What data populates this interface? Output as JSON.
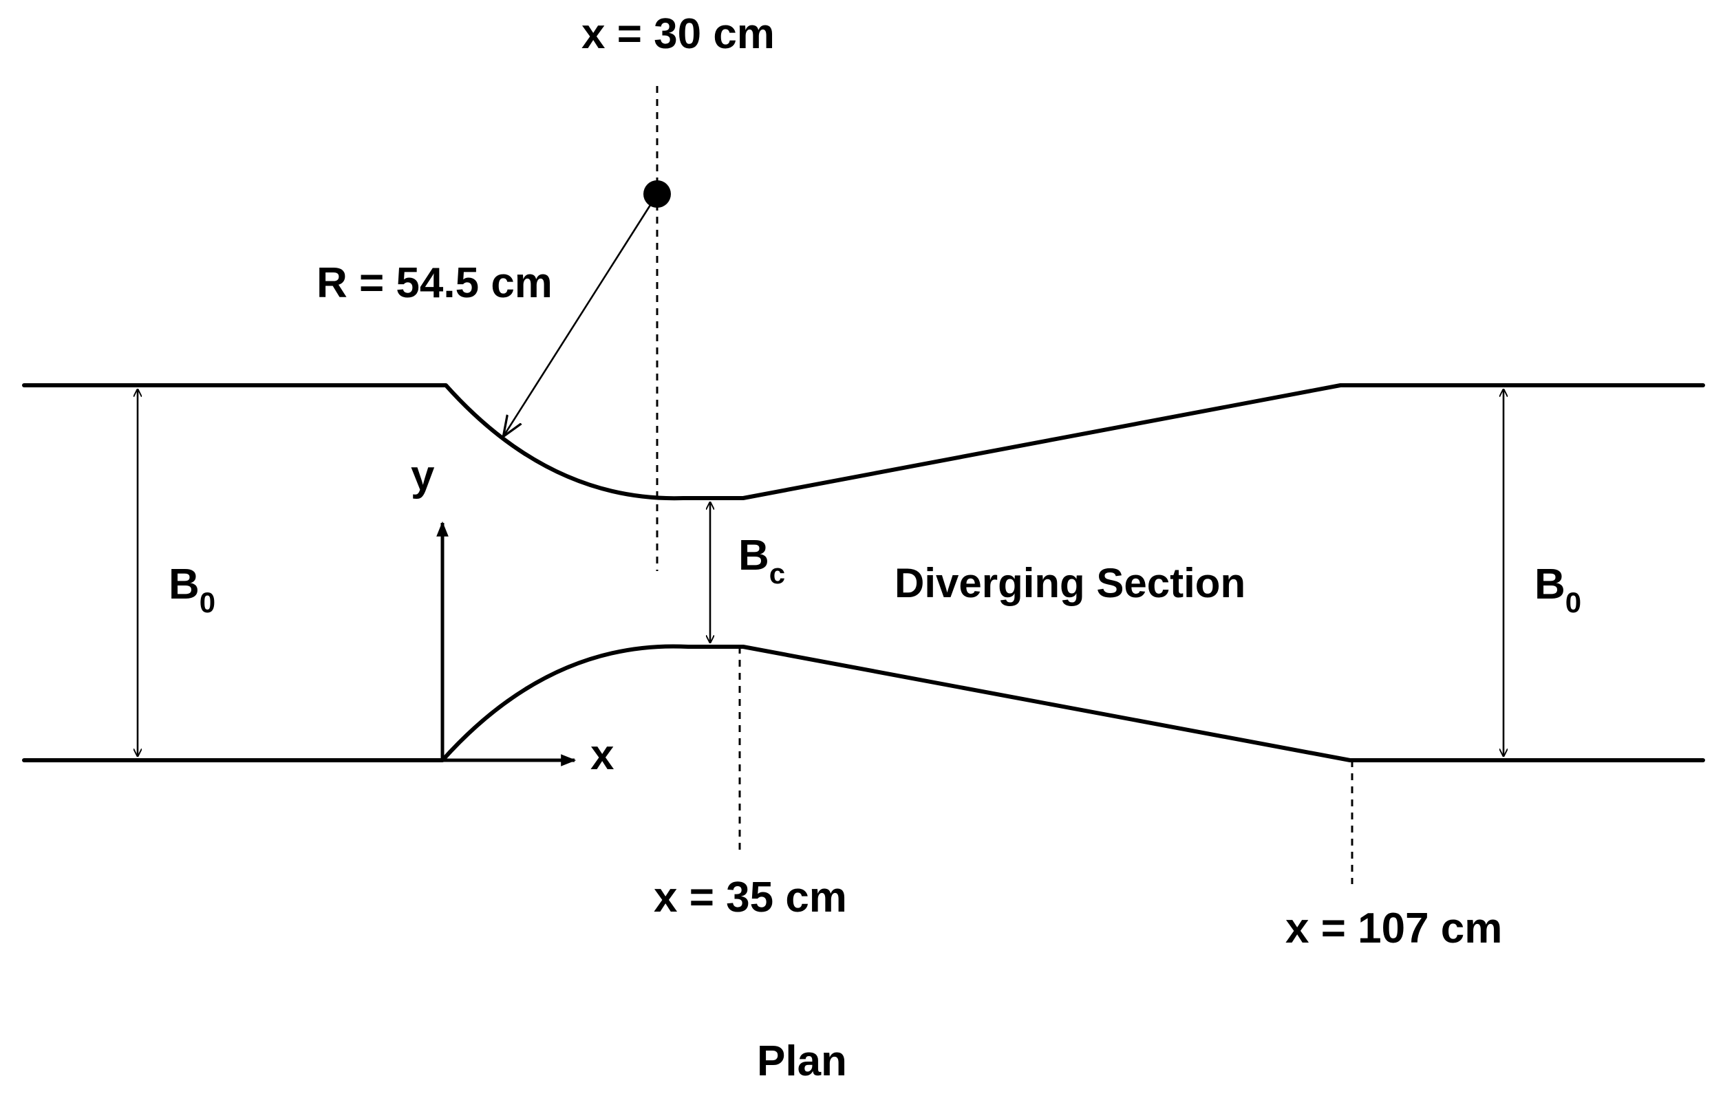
{
  "labels": {
    "x30": "x = 30 cm",
    "radius": "R = 54.5 cm",
    "y_axis": "y",
    "x_axis": "x",
    "b0_left": "B",
    "b0_left_sub": "0",
    "bc": "B",
    "bc_sub": "c",
    "diverging": "Diverging Section",
    "b0_right": "B",
    "b0_right_sub": "0",
    "x35": "x = 35 cm",
    "x107": "x = 107 cm",
    "caption": "Plan"
  },
  "colors": {
    "ink": "#000000",
    "background": "#ffffff"
  }
}
